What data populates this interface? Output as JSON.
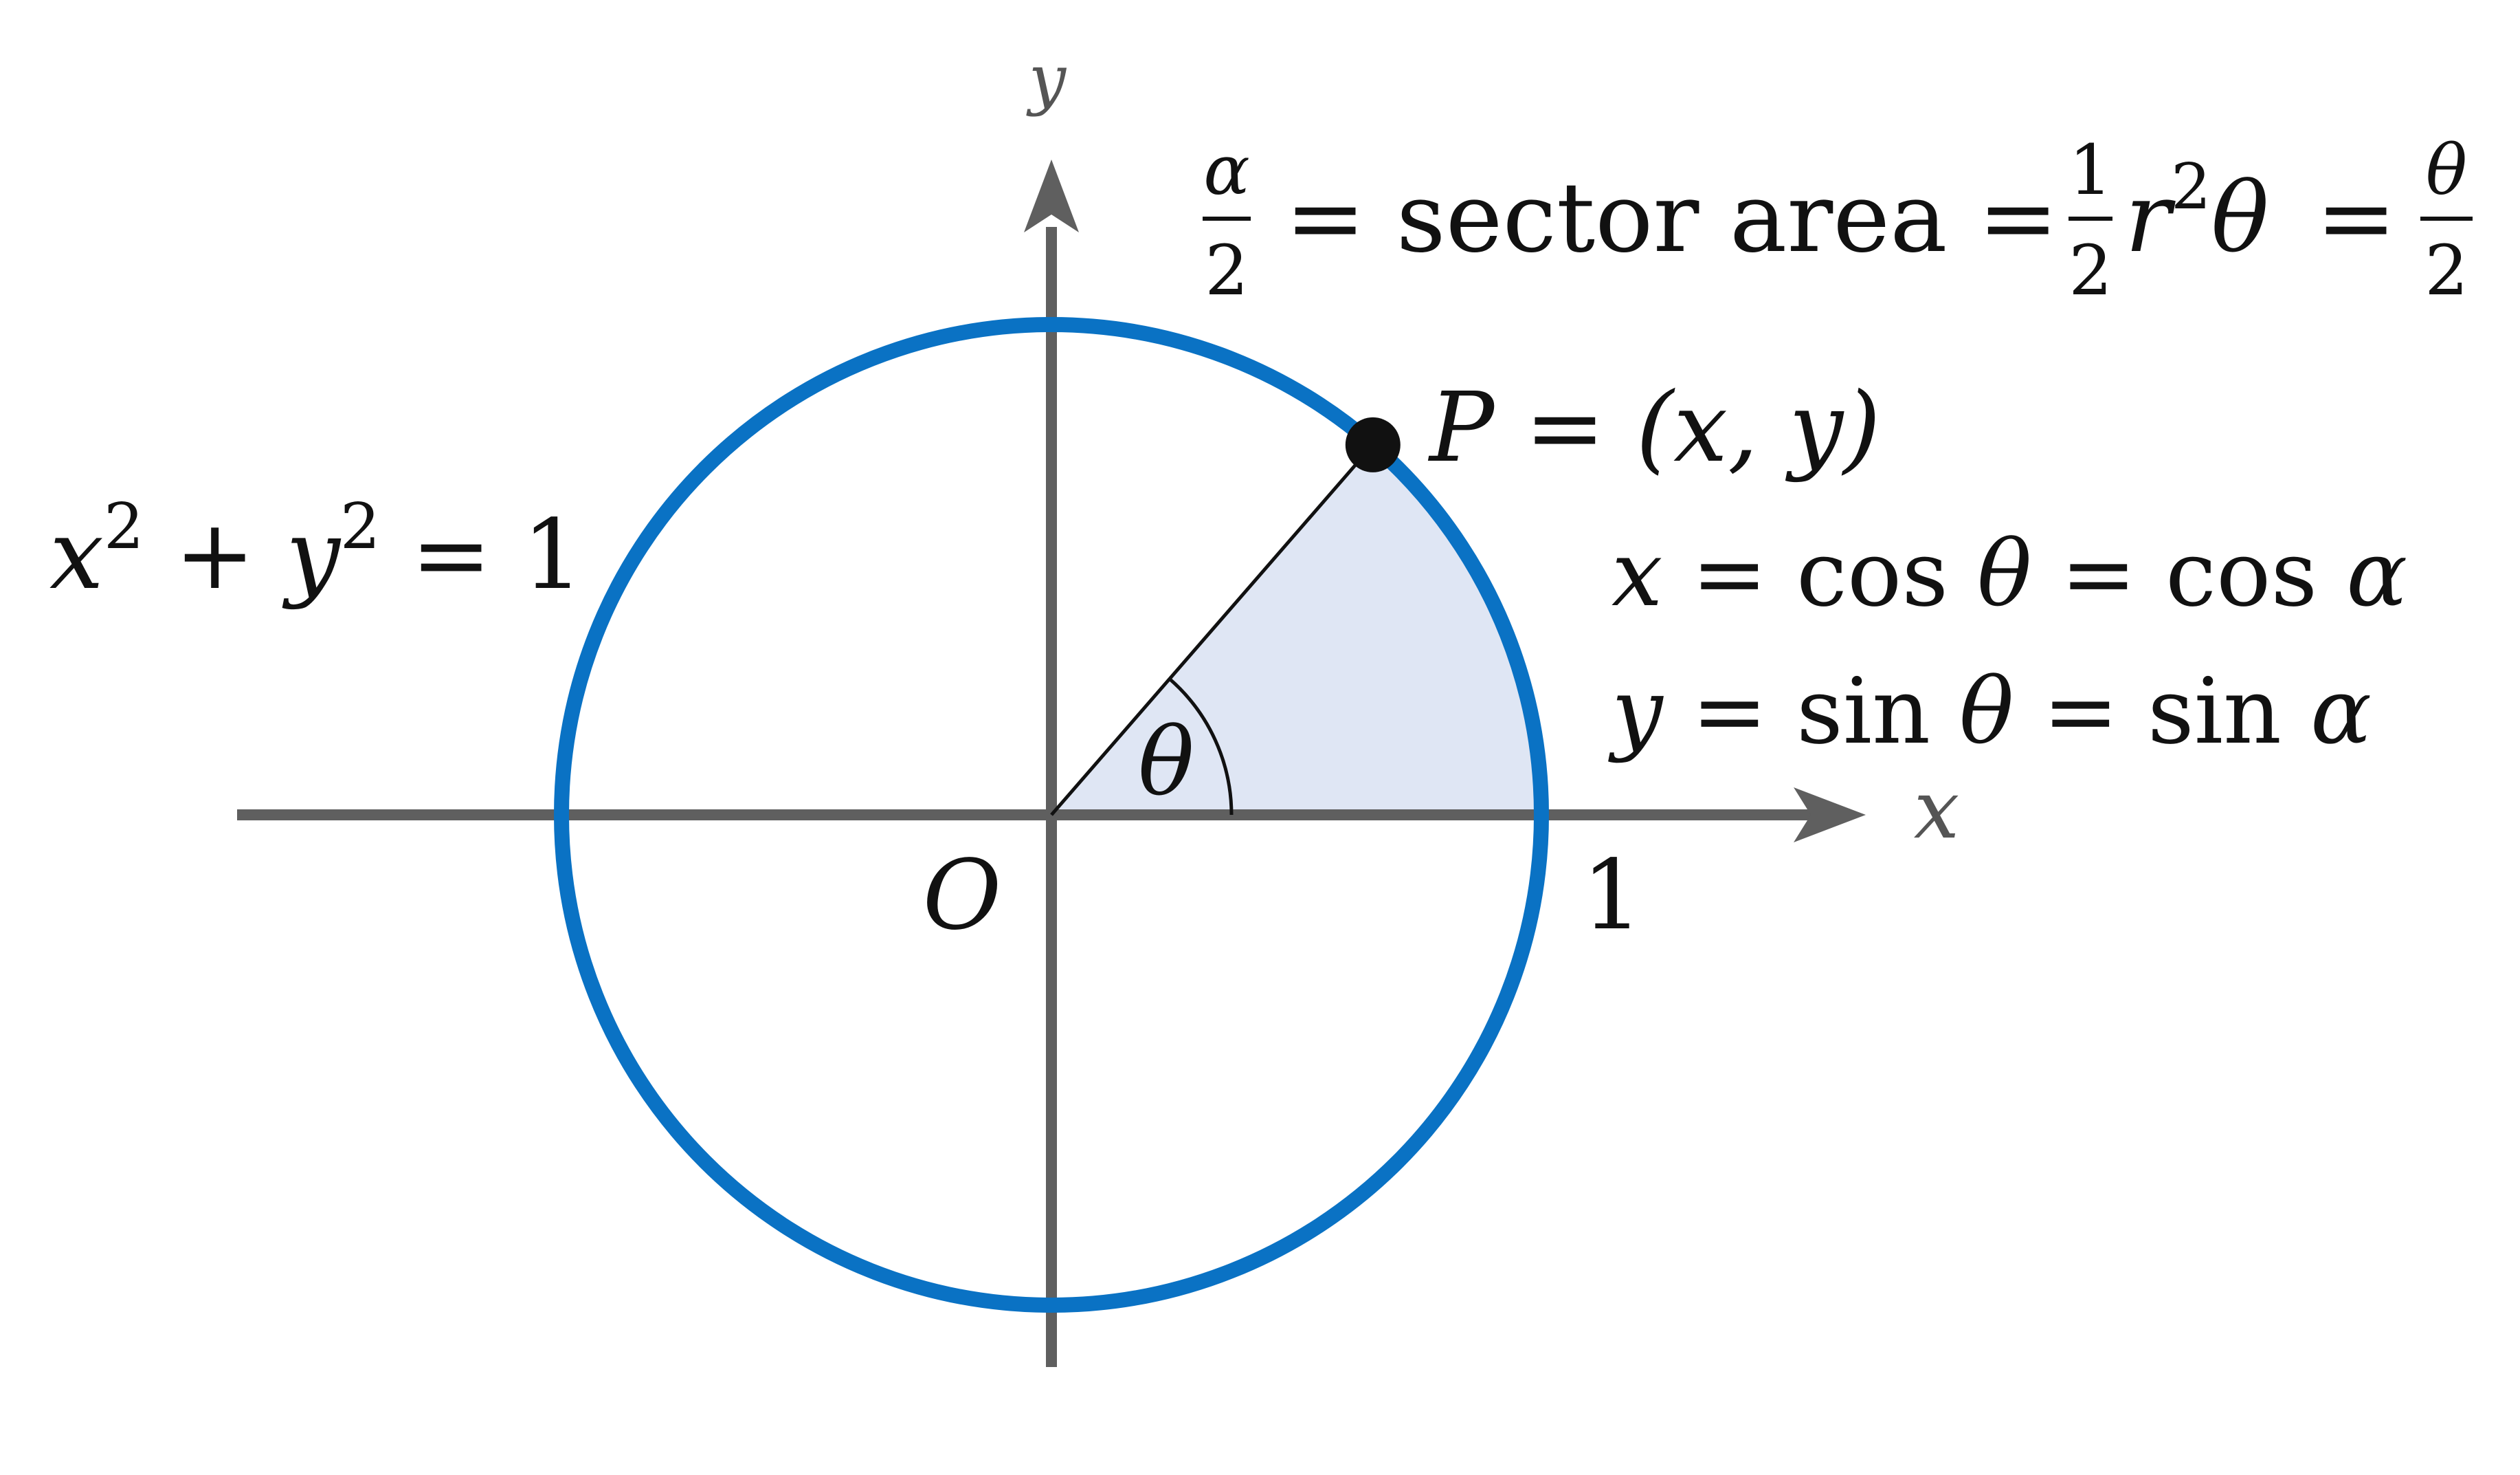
{
  "colors": {
    "circle": "#0a72c4",
    "sector_fill": "#dfe6f4",
    "axes": "#5f5f5f",
    "ink": "#111111",
    "background": "#ffffff"
  },
  "diagram": {
    "theta_degrees": 49,
    "labels": {
      "y_axis": "y",
      "x_axis": "x",
      "origin": "O",
      "one": "1",
      "theta": "θ",
      "point_p": "P",
      "point_p_rest": " = (x, y)",
      "circle_eq_x": "x",
      "circle_eq_sup1": "2",
      "circle_eq_plus": " + ",
      "circle_eq_y": "y",
      "circle_eq_sup2": "2",
      "circle_eq_rhs": " = 1",
      "x_eq_var": "x",
      "x_eq_mid": " = cos ",
      "x_eq_theta": "θ",
      "x_eq_mid2": " = cos ",
      "x_eq_alpha": "α",
      "y_eq_var": "y",
      "y_eq_mid": " = sin ",
      "y_eq_theta": "θ",
      "y_eq_mid2": " = sin ",
      "y_eq_alpha": "α",
      "area_f1_num": "α",
      "area_f1_den": "2",
      "area_text": "= sector area =",
      "area_f2_num": "1",
      "area_f2_den": "2",
      "area_r": "r",
      "area_r_sup": "2",
      "area_theta": "θ",
      "area_eq": "=",
      "area_f3_num": "θ",
      "area_f3_den": "2"
    }
  }
}
